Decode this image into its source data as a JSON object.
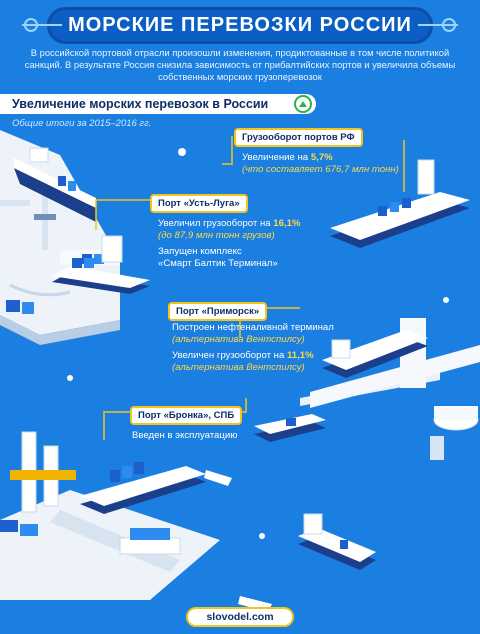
{
  "header": {
    "title": "МОРСКИЕ ПЕРЕВОЗКИ РОССИИ",
    "intro": "В российской портовой отрасли произошли изменения, продиктованные в том числе политикой санкций. В результате Россия снизила зависимость от прибалтийских портов и увеличила объемы собственных морских грузоперевозок"
  },
  "section": {
    "title": "Увеличение морских перевозок в России",
    "subtitle": "Общие итоги за 2015–2016 гг."
  },
  "callouts": {
    "rf": {
      "label": "Грузооборот портов РФ",
      "line1_prefix": "Увеличение на ",
      "line1_value": "5,7%",
      "line2": "(что составляет 676,7 млн тонн)"
    },
    "ust_luga": {
      "label": "Порт «Усть-Луга»",
      "line1_prefix": "Увеличил грузооборот на ",
      "line1_value": "16,1%",
      "line2": "(до 87,9 млн тонн грузов)",
      "line3": "Запущен комплекс",
      "line4": "«Смарт Балтик Терминал»"
    },
    "primorsk": {
      "label": "Порт «Приморск»",
      "line1": "Построен нефтеналивной терминал",
      "line2": "(альтернатива Вентспилсу)",
      "line3_prefix": "Увеличен грузооборот на ",
      "line3_value": "11,1%",
      "line4": "(альтернатива Вентспилсу)"
    },
    "bronka": {
      "label": "Порт «Бронка», СПБ",
      "line1": "Введен в эксплуатацию"
    }
  },
  "footer": {
    "site": "slovodel.com"
  },
  "colors": {
    "sea": "#1a7fe0",
    "land": "#f2f6fb",
    "accent_yellow": "#f3c41b",
    "accent_green": "#29b34a",
    "dark_blue": "#0e2f66"
  }
}
